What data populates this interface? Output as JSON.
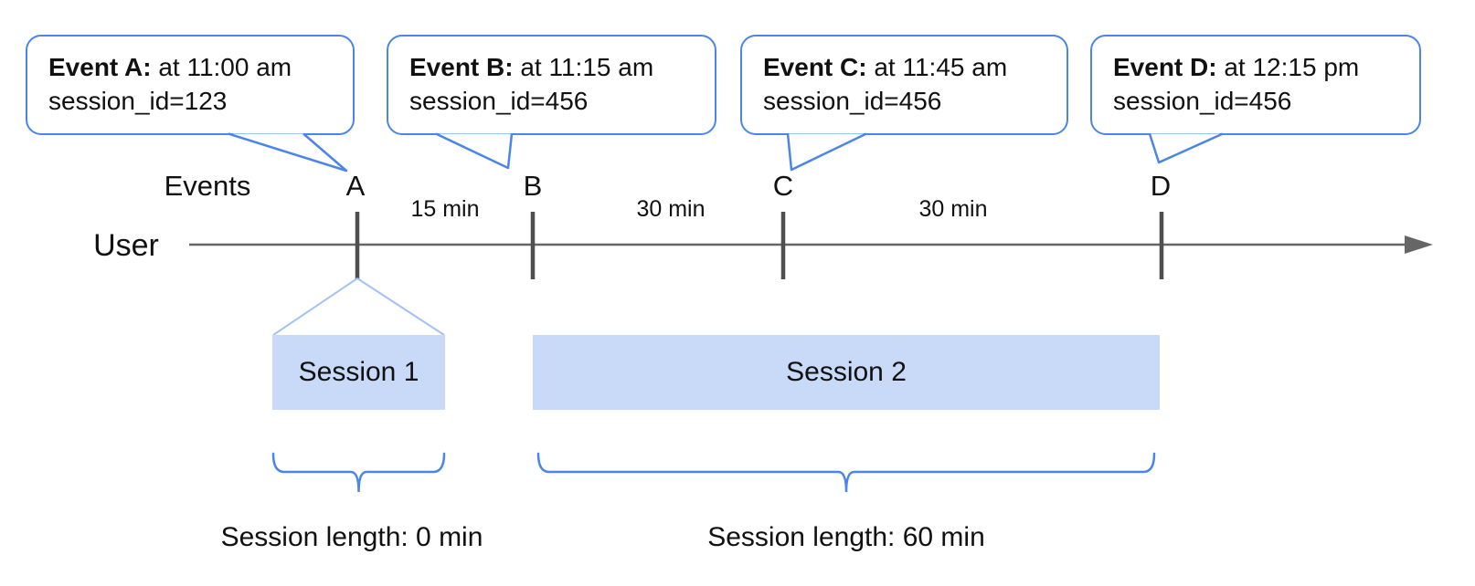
{
  "colors": {
    "accent_blue": "#4a86e8",
    "funnel_blue": "#a4c2f4",
    "session_fill": "#c9daf8",
    "timeline_gray": "#666666",
    "tick_gray": "#4f4f4f",
    "text": "#111111"
  },
  "axis": {
    "events_label": "Events",
    "user_label": "User"
  },
  "events": [
    {
      "letter": "A",
      "callout_title": "Event A:",
      "callout_time": " at 11:00 am",
      "callout_session": "session_id=123"
    },
    {
      "letter": "B",
      "callout_title": "Event B:",
      "callout_time": " at 11:15 am",
      "callout_session": "session_id=456"
    },
    {
      "letter": "C",
      "callout_title": "Event C:",
      "callout_time": " at 11:45 am",
      "callout_session": "session_id=456"
    },
    {
      "letter": "D",
      "callout_title": "Event D:",
      "callout_time": " at 12:15 pm",
      "callout_session": "session_id=456"
    }
  ],
  "intervals": [
    {
      "label": "15 min"
    },
    {
      "label": "30 min"
    },
    {
      "label": "30 min"
    }
  ],
  "sessions": [
    {
      "label": "Session 1",
      "length_label": "Session length: 0 min"
    },
    {
      "label": "Session 2",
      "length_label": "Session length: 60 min"
    }
  ]
}
